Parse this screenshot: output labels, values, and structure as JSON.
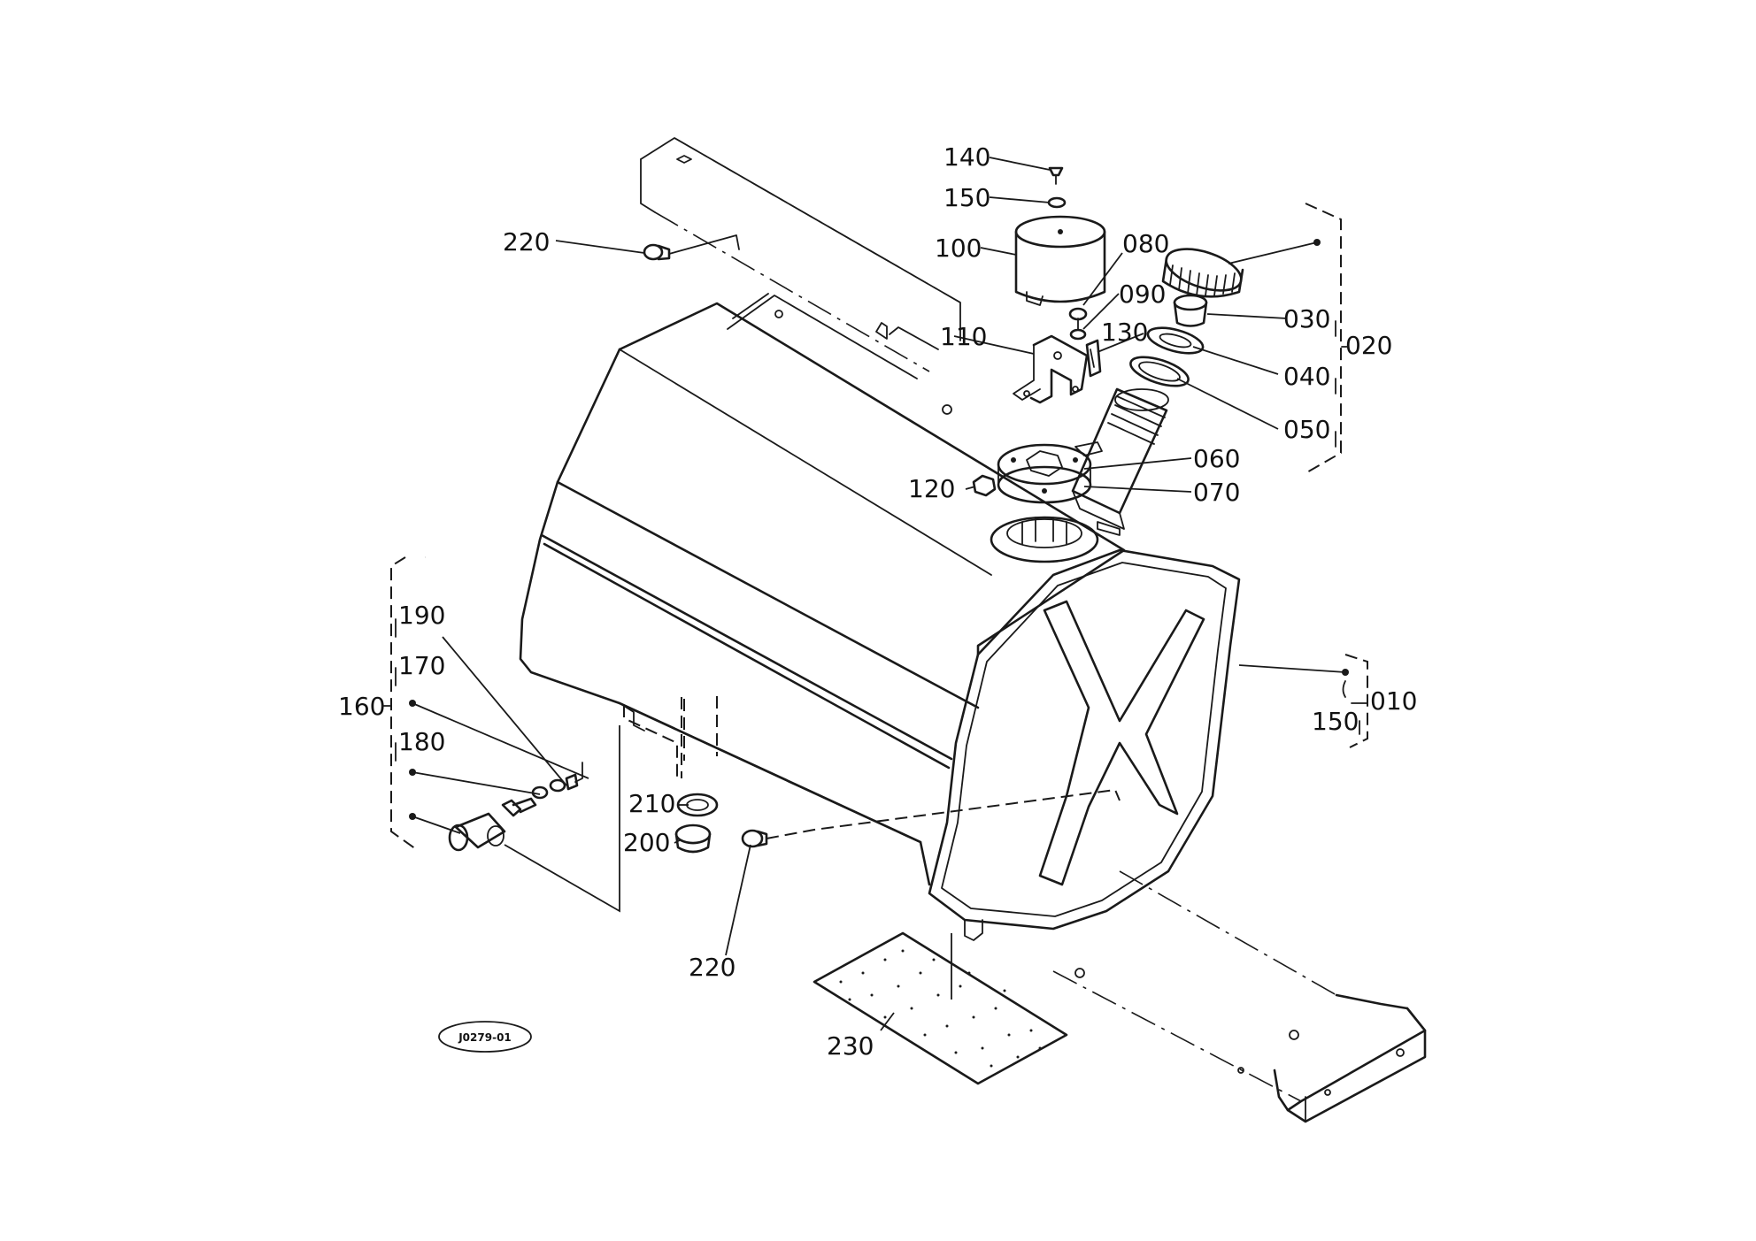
{
  "labels": {
    "p010": "010",
    "p020": "020",
    "p030": "030",
    "p040": "040",
    "p050": "050",
    "p060": "060",
    "p070": "070",
    "p080": "080",
    "p090": "090",
    "p100": "100",
    "p110": "110",
    "p120": "120",
    "p130": "130",
    "p140": "140",
    "p150_top": "150",
    "p150_right": "150",
    "p160": "160",
    "p170": "170",
    "p180": "180",
    "p190": "190",
    "p200": "200",
    "p210": "210",
    "p220_top": "220",
    "p220_bottom": "220",
    "p230": "230"
  },
  "drawing_ref": "J0279-01"
}
